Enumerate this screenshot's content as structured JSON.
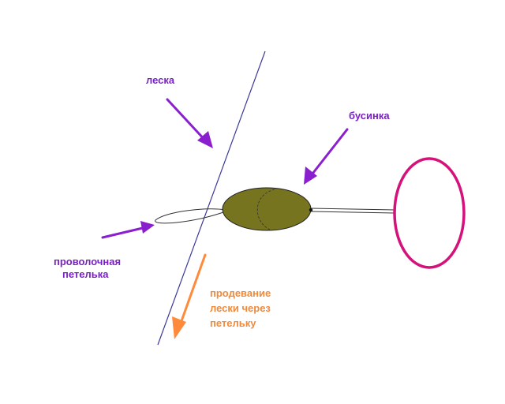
{
  "labels": {
    "line": "леска",
    "bead": "бусинка",
    "wire_loop_line1": "проволочная",
    "wire_loop_line2": "петелька",
    "threading_line1": "продевание",
    "threading_line2": "лески через",
    "threading_line3": "петельку"
  },
  "colors": {
    "line": "#3a3a9a",
    "bead_fill": "#76741e",
    "bead_outline": "#222222",
    "ring": "#d4127a",
    "label_arrow": "#8a1fd0",
    "label_text": "#7a1fc8",
    "threading_arrow": "#ff8a3c",
    "threading_text": "#f08a3c",
    "wire": "#333333"
  }
}
